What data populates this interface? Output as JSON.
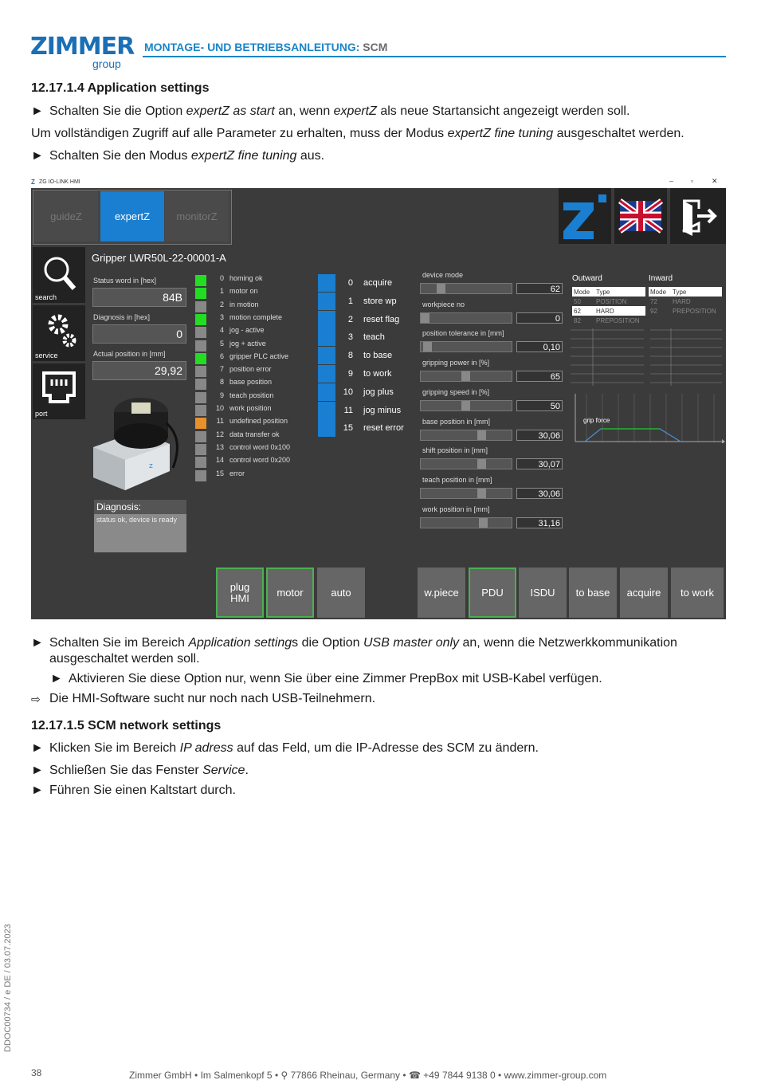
{
  "header": {
    "logo_main": "ZIMMER",
    "logo_sub": "group",
    "title_blue": "MONTAGE- UND BETRIEBSANLEITUNG:",
    "title_gray": "SCM"
  },
  "section1": {
    "heading": "12.17.1.4 Application settings",
    "b1": {
      "pre": "Schalten Sie die Option ",
      "em1": "expertZ as start",
      "mid": " an, wenn ",
      "em2": "expertZ",
      "post": " als neue Startansicht angezeigt werden soll."
    },
    "p1": {
      "pre": "Um vollständigen Zugriff auf alle Parameter zu erhalten, muss der Modus ",
      "em": "expertZ fine tuning",
      "post": " ausgeschaltet werden."
    },
    "b2": {
      "pre": "Schalten Sie den Modus ",
      "em": "expertZ fine tuning",
      "post": " aus."
    }
  },
  "hmi": {
    "window_title": "ZG IO-LINK HMI",
    "win_min": "–",
    "win_max": "▫",
    "win_close": "✕",
    "tabs": [
      "guideZ",
      "expertZ",
      "monitorZ"
    ],
    "side": [
      "search",
      "service",
      "port"
    ],
    "gripper_title": "Gripper LWR50L-22-00001-A",
    "status_word_label": "Status word in [hex]",
    "status_word_value": "84B",
    "diagnosis_label": "Diagnosis in [hex]",
    "diagnosis_value": "0",
    "actual_pos_label": "Actual position in [mm]",
    "actual_pos_value": "29,92",
    "diag_box_title": "Diagnosis:",
    "diag_box_text": "status ok, device is ready",
    "status_bits": [
      {
        "n": "0",
        "label": "homing ok",
        "color": "#22dd22"
      },
      {
        "n": "1",
        "label": "motor on",
        "color": "#22dd22"
      },
      {
        "n": "2",
        "label": "in motion",
        "color": "#888888"
      },
      {
        "n": "3",
        "label": "motion complete",
        "color": "#22dd22"
      },
      {
        "n": "4",
        "label": "jog - active",
        "color": "#888888"
      },
      {
        "n": "5",
        "label": "jog + active",
        "color": "#888888"
      },
      {
        "n": "6",
        "label": "gripper PLC active",
        "color": "#22dd22"
      },
      {
        "n": "7",
        "label": "position error",
        "color": "#888888"
      },
      {
        "n": "8",
        "label": "base position",
        "color": "#888888"
      },
      {
        "n": "9",
        "label": "teach position",
        "color": "#888888"
      },
      {
        "n": "10",
        "label": "work position",
        "color": "#888888"
      },
      {
        "n": "11",
        "label": "undefined position",
        "color": "#e8902a"
      },
      {
        "n": "12",
        "label": "data transfer ok",
        "color": "#888888"
      },
      {
        "n": "13",
        "label": "control word 0x100",
        "color": "#888888"
      },
      {
        "n": "14",
        "label": "control word 0x200",
        "color": "#888888"
      },
      {
        "n": "15",
        "label": "error",
        "color": "#888888"
      }
    ],
    "control_bits": [
      {
        "n": "0",
        "label": "acquire"
      },
      {
        "n": "1",
        "label": "store wp"
      },
      {
        "n": "2",
        "label": "reset flag"
      },
      {
        "n": "3",
        "label": "teach"
      },
      {
        "n": "8",
        "label": "to base"
      },
      {
        "n": "9",
        "label": "to work"
      },
      {
        "n": "10",
        "label": "jog plus"
      },
      {
        "n": "11",
        "label": "jog minus"
      },
      {
        "n": "15",
        "label": "reset error"
      }
    ],
    "params": [
      {
        "label": "device mode",
        "value": "62",
        "fill": 0.2
      },
      {
        "label": "workpiece no",
        "value": "0",
        "fill": 0.0
      },
      {
        "label": "position tolerance in [mm]",
        "value": "0,10",
        "fill": 0.03
      },
      {
        "label": "gripping power in [%]",
        "value": "65",
        "fill": 0.5
      },
      {
        "label": "gripping speed in [%]",
        "value": "50",
        "fill": 0.5
      },
      {
        "label": "base position in [mm]",
        "value": "30,06",
        "fill": 0.7
      },
      {
        "label": "shift position in [mm]",
        "value": "30,07",
        "fill": 0.7
      },
      {
        "label": "teach position in [mm]",
        "value": "30,06",
        "fill": 0.7
      },
      {
        "label": "work position in [mm]",
        "value": "31,16",
        "fill": 0.72
      }
    ],
    "outward": {
      "title": "Outward",
      "head": [
        "Mode",
        "Type"
      ],
      "rows": [
        [
          "50",
          "POSITION"
        ],
        [
          "62",
          "HARD"
        ],
        [
          "82",
          "PREPOSITION"
        ]
      ]
    },
    "inward": {
      "title": "Inward",
      "head": [
        "Mode",
        "Type"
      ],
      "rows": [
        [
          "72",
          "HARD"
        ],
        [
          "92",
          "PREPOSITION"
        ]
      ]
    },
    "chart_label": "grip force",
    "buttons_left": [
      "plug HMI",
      "motor",
      "auto"
    ],
    "buttons_right": [
      "w.piece",
      "PDU",
      "ISDU",
      "to base",
      "acquire",
      "to work"
    ]
  },
  "section1b": {
    "b3": {
      "pre": "Schalten Sie im Bereich ",
      "em1": "Application setting",
      "mid": "s die Option ",
      "em2": "USB master only",
      "post": " an, wenn die Netzwerkkommunikation"
    },
    "b3_line2": "ausgeschaltet werden soll.",
    "b4": "Aktivieren Sie diese Option nur, wenn Sie über eine Zimmer PrepBox mit USB-Kabel verfügen.",
    "r1": "Die HMI-Software sucht nur noch nach USB-Teilnehmern."
  },
  "section2": {
    "heading": "12.17.1.5 SCM network settings",
    "b1": {
      "pre": "Klicken Sie im Bereich ",
      "em": "IP adress",
      "post": " auf das Feld, um die IP-Adresse des SCM zu ändern."
    },
    "b2": {
      "pre": "Schließen Sie das Fenster ",
      "em": "Service",
      "post": "."
    },
    "b3": "Führen Sie einen Kaltstart durch."
  },
  "footer": {
    "company": "Zimmer GmbH",
    "street": "Im Salmenkopf 5",
    "city": "77866 Rheinau, Germany",
    "phone": "+49 7844 9138 0",
    "web": "www.zimmer-group.com",
    "sep": "•",
    "page": "38",
    "side": "DDOC00734 / e          DE / 03.07.2023"
  },
  "colors": {
    "brand_blue": "#1a6fb5",
    "accent_blue": "#1a85c8",
    "hmi_bg": "#3b3b3b",
    "status_green": "#22dd22",
    "status_orange": "#e8902a",
    "ctrl_blue": "#1a7fd0"
  }
}
